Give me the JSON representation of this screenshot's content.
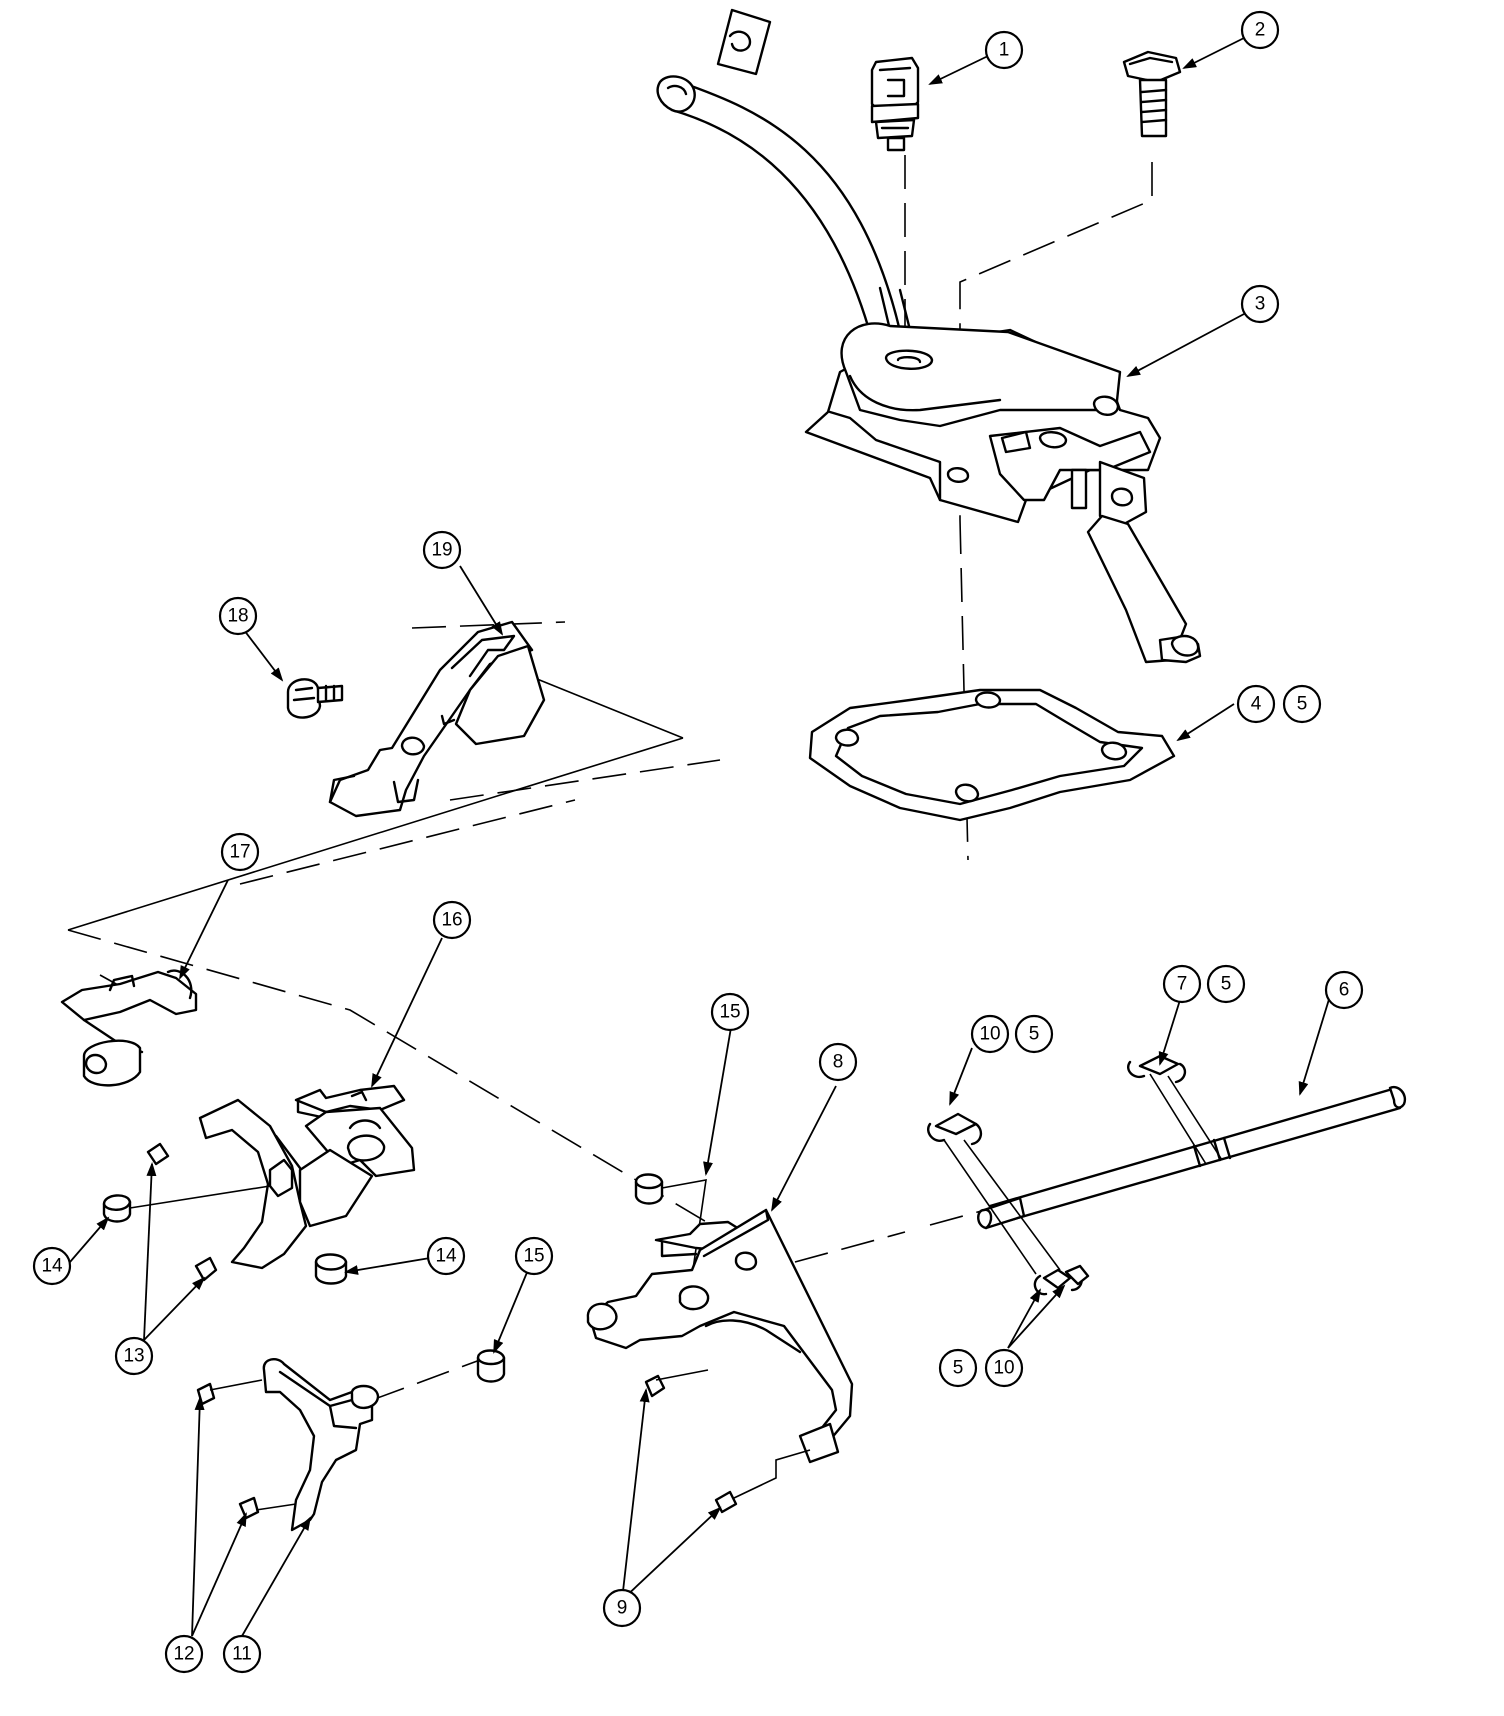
{
  "callouts": [
    {
      "id": "c1",
      "label": "1"
    },
    {
      "id": "c2",
      "label": "2"
    },
    {
      "id": "c3",
      "label": "3"
    },
    {
      "id": "c4",
      "label": "4"
    },
    {
      "id": "c5a",
      "label": "5"
    },
    {
      "id": "c6",
      "label": "6"
    },
    {
      "id": "c7",
      "label": "7"
    },
    {
      "id": "c5b",
      "label": "5"
    },
    {
      "id": "c8",
      "label": "8"
    },
    {
      "id": "c9",
      "label": "9"
    },
    {
      "id": "c10a",
      "label": "10"
    },
    {
      "id": "c5c",
      "label": "5"
    },
    {
      "id": "c10b",
      "label": "10"
    },
    {
      "id": "c5d",
      "label": "5"
    },
    {
      "id": "c11",
      "label": "11"
    },
    {
      "id": "c12",
      "label": "12"
    },
    {
      "id": "c13",
      "label": "13"
    },
    {
      "id": "c14a",
      "label": "14"
    },
    {
      "id": "c14b",
      "label": "14"
    },
    {
      "id": "c15a",
      "label": "15"
    },
    {
      "id": "c15b",
      "label": "15"
    },
    {
      "id": "c16",
      "label": "16"
    },
    {
      "id": "c17",
      "label": "17"
    },
    {
      "id": "c18",
      "label": "18"
    },
    {
      "id": "c19",
      "label": "19"
    }
  ]
}
